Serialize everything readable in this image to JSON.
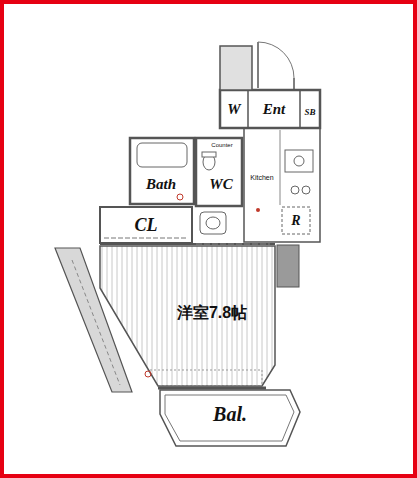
{
  "diagram": {
    "nodes": [
      {
        "text": [
          "W"
        ]
      },
      {
        "text": [
          "Ent"
        ]
      },
      {
        "text": [
          "SB"
        ]
      },
      {
        "text": [
          "Bath"
        ]
      },
      {
        "text": [
          "WC"
        ]
      },
      {
        "text": [
          "R"
        ]
      },
      {
        "text": [
          "CL"
        ]
      },
      {
        "text": [
          "洋室7.8帖"
        ]
      },
      {
        "text": [
          "Bal."
        ]
      }
    ],
    "labels": [
      "Kitchen",
      "Counter"
    ]
  }
}
